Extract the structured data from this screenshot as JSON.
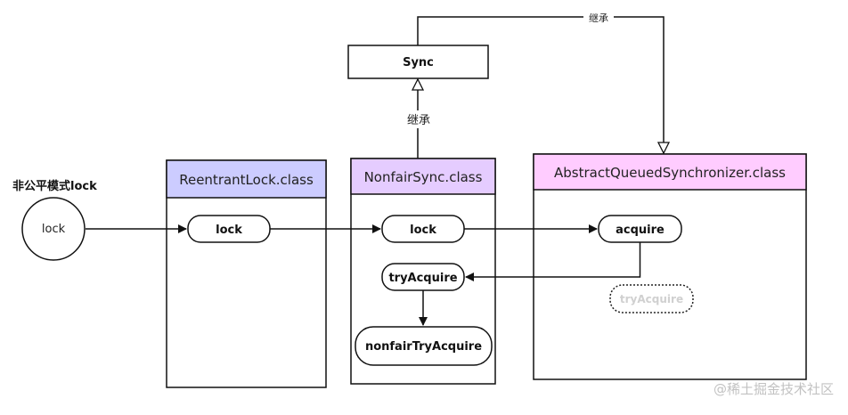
{
  "diagram": {
    "caption": "非公平模式lock",
    "start_node": "lock",
    "sync_box": "Sync",
    "inherit_label_left": "继承",
    "inherit_label_top": "继承",
    "classes": {
      "reentrant": {
        "title": "ReentrantLock.class",
        "methods": [
          "lock"
        ]
      },
      "nonfair": {
        "title": "NonfairSync.class",
        "methods": [
          "lock",
          "tryAcquire",
          "nonfairTryAcquire"
        ]
      },
      "aqs": {
        "title": "AbstractQueuedSynchronizer.class",
        "methods": [
          "acquire"
        ],
        "ghost_method": "tryAcquire"
      }
    },
    "colors": {
      "reentrant_header": "#ccccff",
      "nonfair_header": "#e5ccff",
      "aqs_header": "#ffccff",
      "stroke": "#111111"
    }
  },
  "watermark": "@稀土掘金技术社区"
}
